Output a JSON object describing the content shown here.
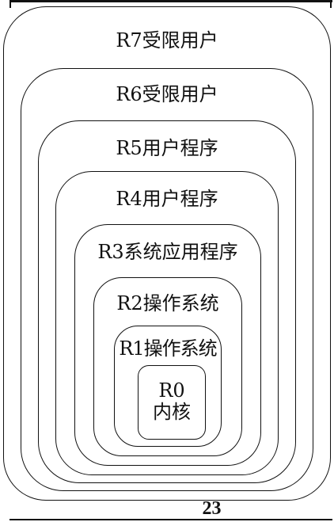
{
  "diagram": {
    "rings": [
      {
        "id": "ring-7",
        "label": "R7受限用户"
      },
      {
        "id": "ring-6",
        "label": "R6受限用户"
      },
      {
        "id": "ring-5",
        "label": "R5用户程序"
      },
      {
        "id": "ring-4",
        "label": "R4用户程序"
      },
      {
        "id": "ring-3",
        "label": "R3系统应用程序"
      },
      {
        "id": "ring-2",
        "label": "R2操作系统"
      },
      {
        "id": "ring-1",
        "label": "R1操作系统"
      },
      {
        "id": "ring-0",
        "label": "R0",
        "sublabel": "内核"
      }
    ]
  },
  "page": {
    "number": "23"
  },
  "colors": {
    "ink": "#111111",
    "background": "#ffffff"
  }
}
